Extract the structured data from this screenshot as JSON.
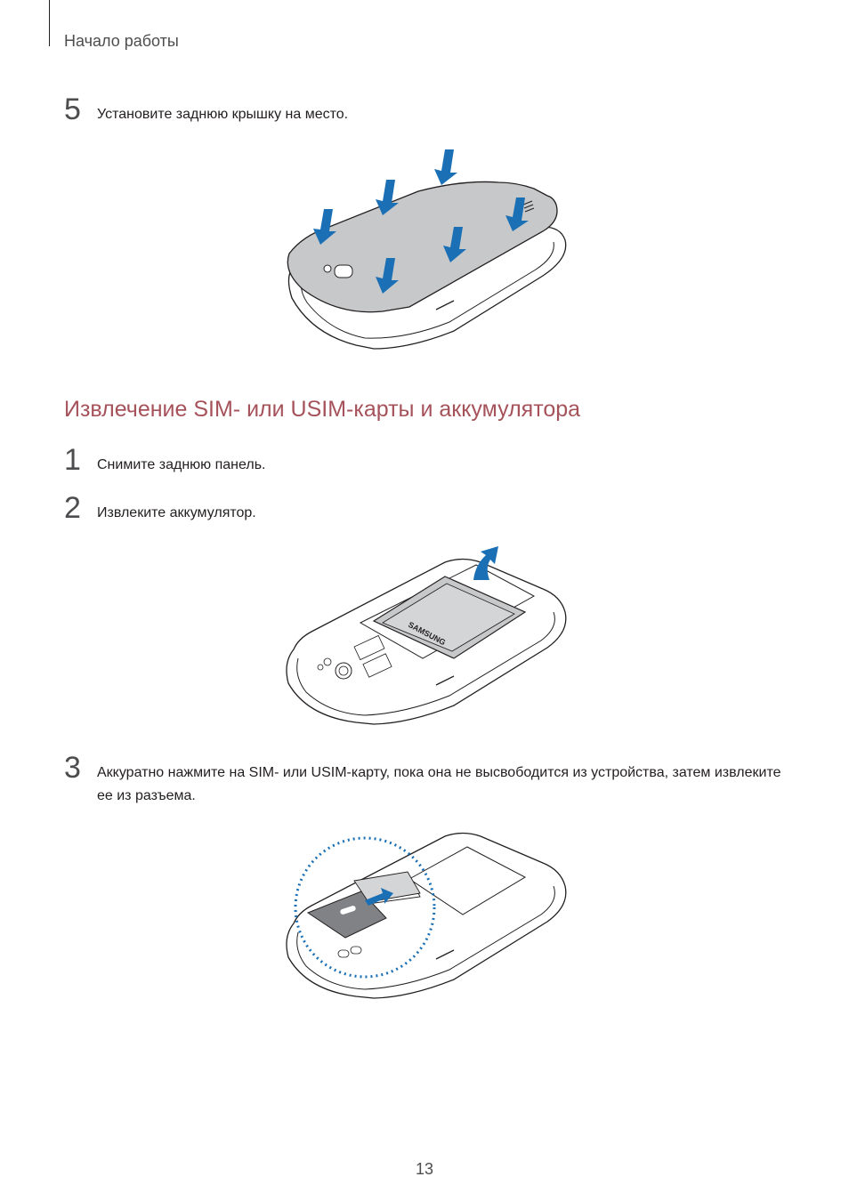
{
  "header": {
    "section_title": "Начало работы"
  },
  "steps_top": [
    {
      "number": "5",
      "text": "Установите заднюю крышку на место."
    }
  ],
  "section": {
    "heading": "Извлечение SIM- или USIM-карты и аккумулятора",
    "steps": [
      {
        "number": "1",
        "text": "Снимите заднюю панель."
      },
      {
        "number": "2",
        "text": "Извлеките аккумулятор."
      },
      {
        "number": "3",
        "text": "Аккуратно нажмите на SIM- или USIM-карту, пока она не высвободится из устройства, затем извлеките ее из разъема."
      }
    ]
  },
  "illustrations": {
    "battery_brand": "SAMSUNG"
  },
  "colors": {
    "heading": "#a6525a",
    "arrow": "#1a6fb5",
    "cover": "#c7c8ca",
    "outline": "#231f20"
  },
  "footer": {
    "page_number": "13"
  }
}
